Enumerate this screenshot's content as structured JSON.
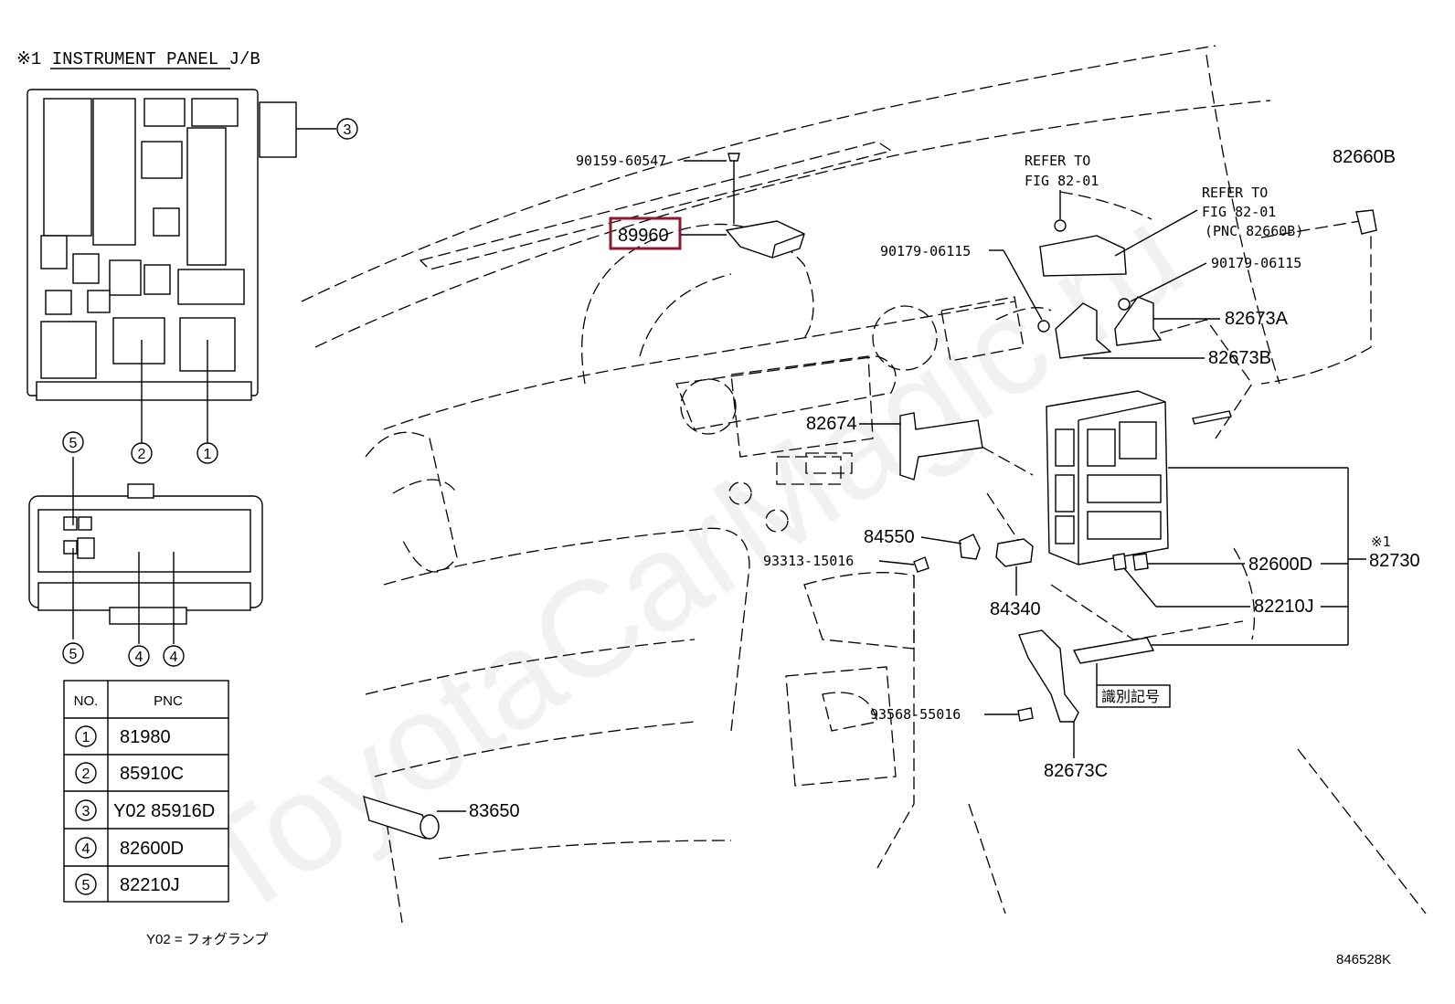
{
  "inset_title": "※1 INSTRUMENT PANEL J/B",
  "callouts": {
    "c3": "3",
    "c2": "2",
    "c1": "1",
    "c5a": "5",
    "c5b": "5",
    "c4a": "4",
    "c4b": "4"
  },
  "table": {
    "headers": [
      "NO.",
      "PNC"
    ],
    "rows": [
      {
        "no": "1",
        "pnc": "81980"
      },
      {
        "no": "2",
        "pnc": "85910C"
      },
      {
        "no": "3",
        "pnc": "Y02 85916D"
      },
      {
        "no": "4",
        "pnc": "82600D"
      },
      {
        "no": "5",
        "pnc": "82210J"
      }
    ]
  },
  "footnote": "Y02 = フォグランプ",
  "diagram_id": "846528K",
  "watermark": "ToyotaCarMagic.ru",
  "labels": {
    "p90159": "90159-60547",
    "p89960": "89960",
    "refer1_a": "REFER TO",
    "refer1_b": "FIG 82-01",
    "refer2_a": "REFER TO",
    "refer2_b": "FIG 82-01",
    "refer2_c": "(PNC 82660B)",
    "p82660B": "82660B",
    "p90179a": "90179-06115",
    "p90179b": "90179-06115",
    "p82673A": "82673A",
    "p82673B": "82673B",
    "p82674": "82674",
    "p84550": "84550",
    "p93313": "93313-15016",
    "p84340": "84340",
    "p82600D": "82600D",
    "p82210J": "82210J",
    "p82730_mark": "※1",
    "p82730": "82730",
    "id_mark": "識別記号",
    "p93568": "93568-55016",
    "p82673C": "82673C",
    "p83650": "83650"
  },
  "highlight_color": "#8b1a2e"
}
